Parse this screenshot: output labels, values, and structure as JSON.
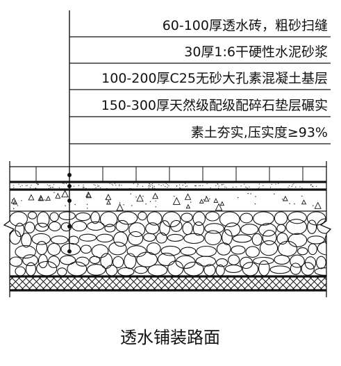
{
  "layer_labels": [
    {
      "text": "60-100厚透水砖，粗砂扫缝"
    },
    {
      "text": "30厚1:6干硬性水泥砂浆"
    },
    {
      "text": "100-200厚C25无砂大孔素混凝土基层"
    },
    {
      "text": "150-300厚天然级配级配碎石垫层碾实"
    },
    {
      "text": "素土夯实,压实度≥93%"
    }
  ],
  "caption": "透水铺装路面",
  "colors": {
    "line": "#111111",
    "background": "#ffffff"
  }
}
